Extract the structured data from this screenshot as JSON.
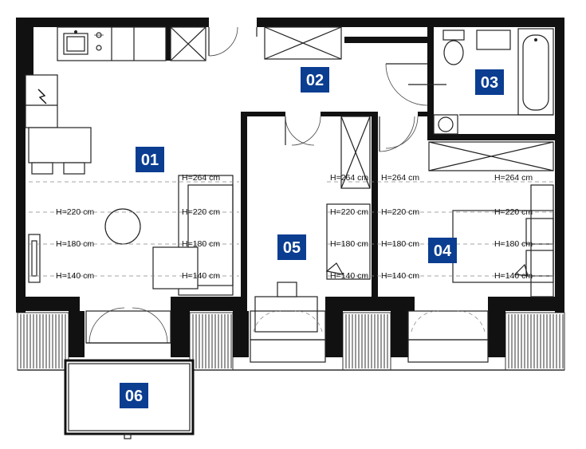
{
  "rooms": [
    {
      "id": "01",
      "label": "01"
    },
    {
      "id": "02",
      "label": "02"
    },
    {
      "id": "03",
      "label": "03"
    },
    {
      "id": "04",
      "label": "04"
    },
    {
      "id": "05",
      "label": "05"
    },
    {
      "id": "06",
      "label": "06"
    }
  ],
  "height_labels": {
    "h264": "H=264 cm",
    "h220": "H=220 cm",
    "h180": "H=180 cm",
    "h140": "H=140 cm"
  },
  "colors": {
    "badge": "#0b3d91",
    "wall": "#111111"
  },
  "icons": {
    "power_symbol": "electric-panel-icon"
  }
}
